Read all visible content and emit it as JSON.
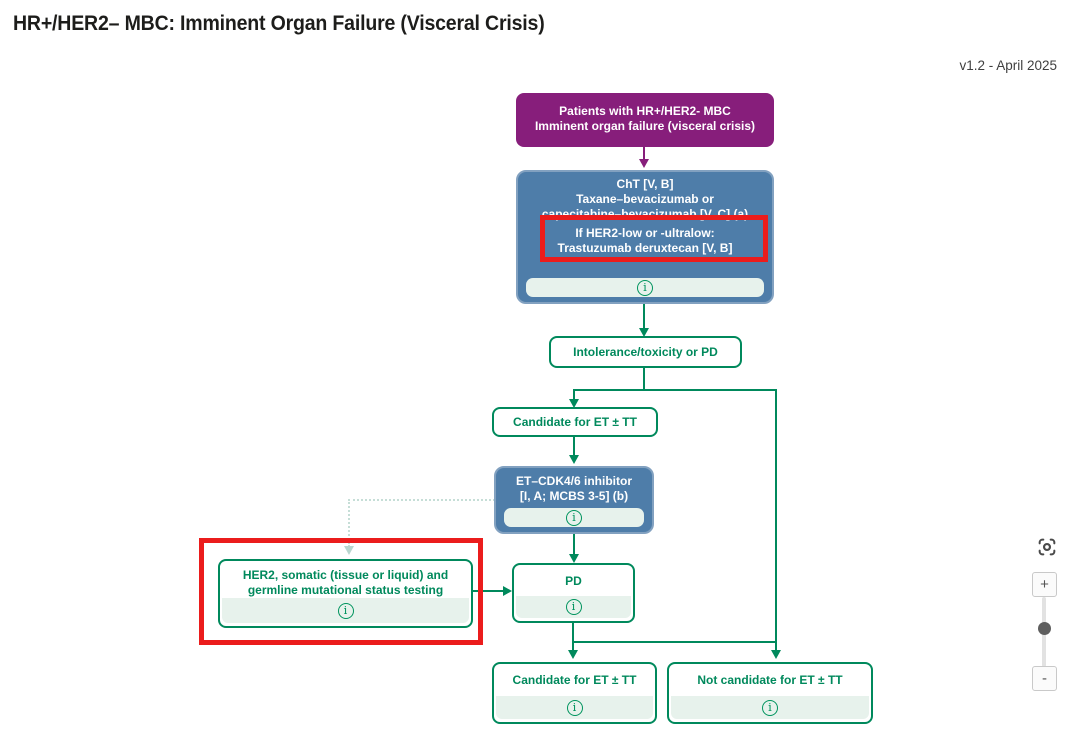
{
  "page": {
    "title": "HR+/HER2– MBC: Imminent Organ Failure (Visceral Crisis)",
    "version": "v1.2 - April 2025"
  },
  "colors": {
    "accent_green": "#00895C",
    "node_blue": "#4E7DA9",
    "node_purple": "#871E7B",
    "highlight_red": "#EB1C1C",
    "info_strip_green": "#E7F2EC"
  },
  "icons": {
    "info": "i",
    "focus_reset": "focus-reset-icon",
    "zoom_in": "+",
    "zoom_out": "-"
  },
  "flowchart": {
    "patients_box": {
      "lines": [
        "Patients with HR+/HER2- MBC",
        "Imminent organ failure (visceral crisis)"
      ]
    },
    "cht_box": {
      "lines": [
        "ChT [V, B]",
        "Taxane–bevacizumab or",
        "capecitabine–bevacizumab [V, C] (a)"
      ],
      "highlight_lines": [
        "If HER2-low or -ultralow:",
        "Trastuzumab deruxtecan [V, B]"
      ]
    },
    "intolerance_box": {
      "label": "Intolerance/toxicity or PD"
    },
    "candidate_top_box": {
      "label": "Candidate for ET ± TT"
    },
    "cdk_box": {
      "lines": [
        "ET–CDK4/6 inhibitor",
        "[I, A; MCBS 3-5] (b)"
      ]
    },
    "her2_testing_box": {
      "lines": [
        "HER2, somatic (tissue or liquid) and",
        "germline mutational status testing"
      ]
    },
    "pd_box": {
      "label": "PD"
    },
    "candidate_bottom_box": {
      "label": "Candidate for ET ± TT"
    },
    "not_candidate_box": {
      "label": "Not candidate for ET ± TT"
    }
  }
}
